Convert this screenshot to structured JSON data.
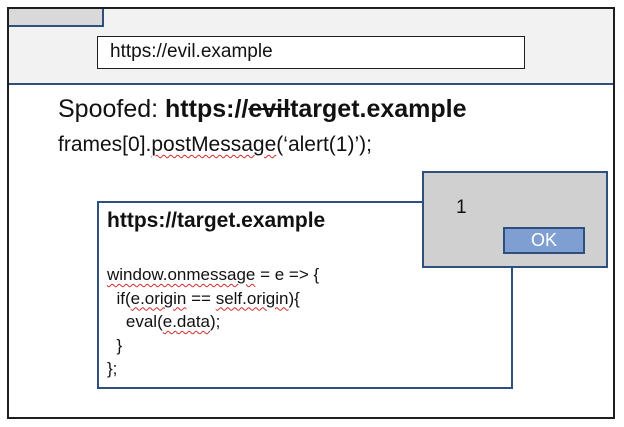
{
  "browser": {
    "address_bar_url": "https://evil.example"
  },
  "spoof": {
    "label": "Spoofed: ",
    "prefix": "https://",
    "struck_text": "evil",
    "suffix": "target.example"
  },
  "attack_code": {
    "part1": "frames[0].",
    "part2": "postMessage",
    "part3": "(‘alert(1)’);"
  },
  "frame": {
    "origin_title": "https://target.example",
    "code_lines": [
      "window.onmessage = e => {",
      "  if(e.origin == self.origin){",
      "    eval(e.data);",
      "  }",
      "};"
    ]
  },
  "alert_dialog": {
    "message": "1",
    "ok_label": "OK"
  }
}
